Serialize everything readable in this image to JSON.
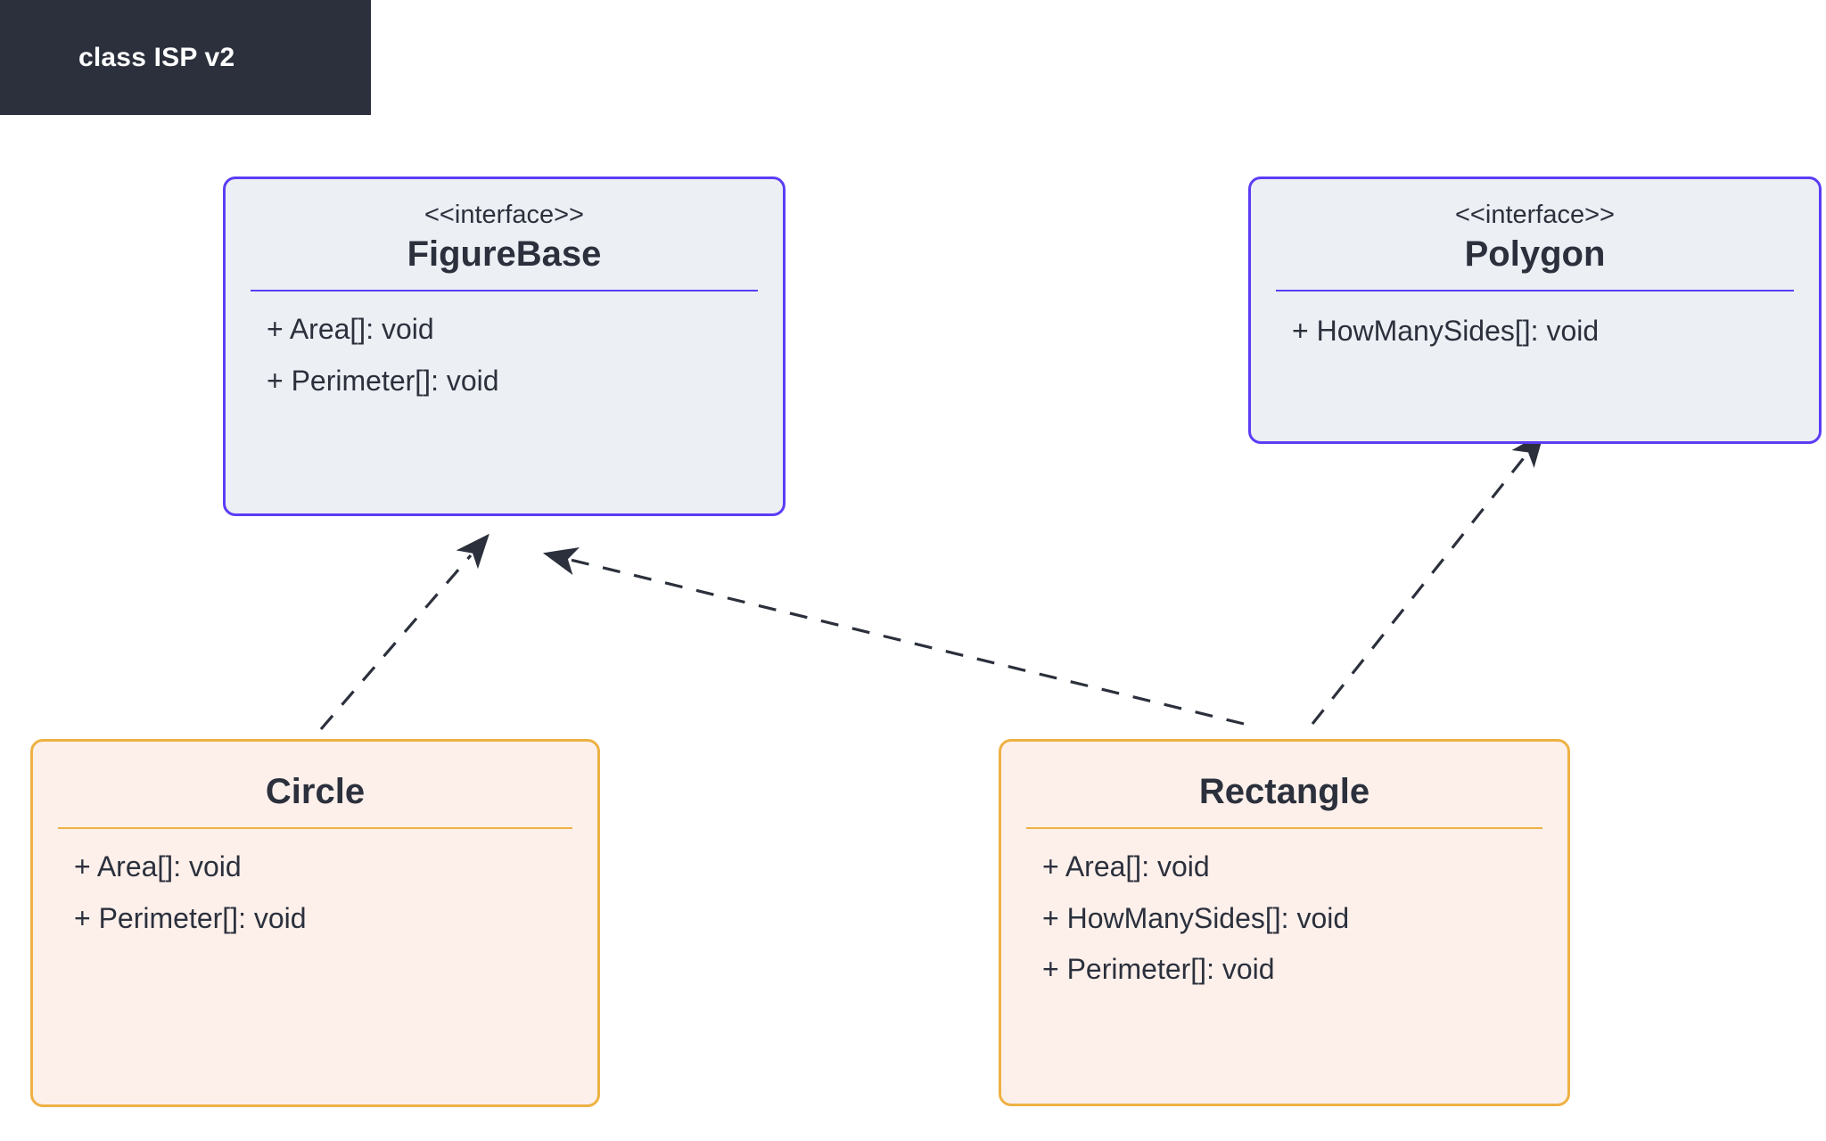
{
  "diagram": {
    "title": "class ISP v2",
    "type": "uml-class-diagram",
    "colors": {
      "banner_bg": "#2b303c",
      "banner_text": "#ffffff",
      "interface_fill": "#eceff4",
      "interface_border": "#5b3df5",
      "class_fill": "#fdf0eb",
      "class_border": "#eeb143",
      "text": "#2b303c",
      "connector": "#2b303c",
      "background": "#ffffff"
    }
  },
  "nodes": {
    "figurebase": {
      "stereotype": "<<interface>>",
      "name": "FigureBase",
      "members": [
        "+ Area[]: void",
        "+ Perimeter[]: void"
      ]
    },
    "polygon": {
      "stereotype": "<<interface>>",
      "name": "Polygon",
      "members": [
        "+ HowManySides[]: void"
      ]
    },
    "circle": {
      "stereotype": "",
      "name": "Circle",
      "members": [
        "+ Area[]: void",
        "+ Perimeter[]: void"
      ]
    },
    "rectangle": {
      "stereotype": "",
      "name": "Rectangle",
      "members": [
        "+ Area[]: void",
        "+ HowManySides[]: void",
        "+ Perimeter[]: void"
      ]
    }
  },
  "edges": [
    {
      "id": "circle-implements-figurebase",
      "from": "circle",
      "to": "figurebase",
      "style": "dashed",
      "arrow": "filled-triangle",
      "label": ""
    },
    {
      "id": "rectangle-implements-figurebase",
      "from": "rectangle",
      "to": "figurebase",
      "style": "dashed",
      "arrow": "filled-triangle",
      "label": ""
    },
    {
      "id": "rectangle-implements-polygon",
      "from": "rectangle",
      "to": "polygon",
      "style": "dashed",
      "arrow": "filled-triangle",
      "label": ""
    }
  ]
}
